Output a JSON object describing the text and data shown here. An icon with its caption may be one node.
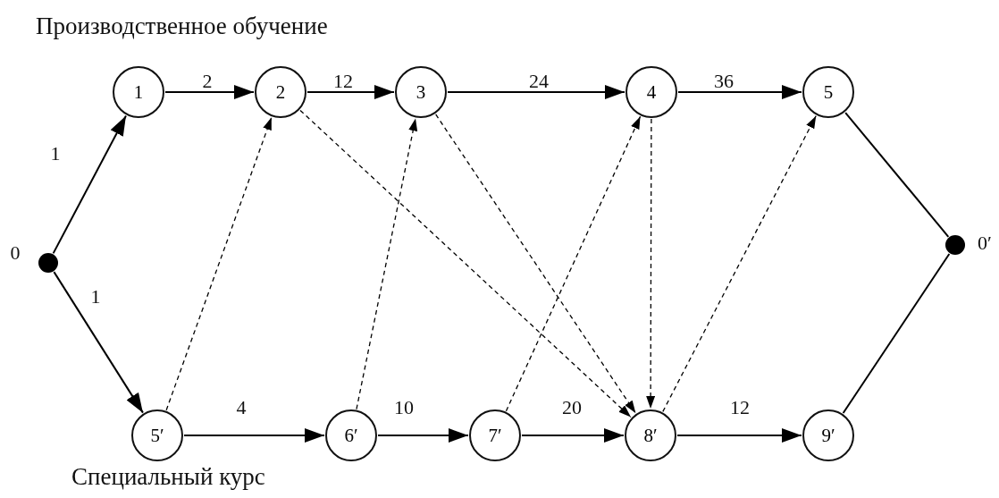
{
  "diagram": {
    "nodes": [
      {
        "text": [],
        "shape": "circle",
        "beside": [
          "0"
        ]
      },
      {
        "text": [
          "1"
        ]
      },
      {
        "text": [
          "2"
        ]
      },
      {
        "text": [
          "3"
        ]
      },
      {
        "text": [
          "4"
        ]
      },
      {
        "text": [
          "5"
        ]
      },
      {
        "text": [],
        "shape": "circle",
        "beside": [
          "0′"
        ]
      },
      {
        "text": [
          "5′"
        ]
      },
      {
        "text": [
          "6′"
        ]
      },
      {
        "text": [
          "7′"
        ]
      },
      {
        "text": [
          "8′"
        ]
      },
      {
        "text": [
          "9′"
        ]
      }
    ],
    "edges": [
      {
        "from": 0,
        "to": 1,
        "arrow": "to",
        "label": "1"
      },
      {
        "from": 0,
        "to": 7,
        "arrow": "to",
        "label": "1"
      },
      {
        "from": 1,
        "to": 2,
        "arrow": "to",
        "label": "2"
      },
      {
        "from": 2,
        "to": 3,
        "arrow": "to",
        "label": "12"
      },
      {
        "from": 3,
        "to": 4,
        "arrow": "to",
        "label": "24"
      },
      {
        "from": 4,
        "to": 5,
        "arrow": "to",
        "label": "36"
      },
      {
        "from": 5,
        "to": 6,
        "arrow": "none"
      },
      {
        "from": 7,
        "to": 8,
        "arrow": "to",
        "label": "4"
      },
      {
        "from": 8,
        "to": 9,
        "arrow": "to",
        "label": "10"
      },
      {
        "from": 9,
        "to": 10,
        "arrow": "to",
        "label": "20"
      },
      {
        "from": 10,
        "to": 11,
        "arrow": "to",
        "label": "12"
      },
      {
        "from": 11,
        "to": 6,
        "arrow": "none"
      },
      {
        "from": 7,
        "to": 2,
        "arrow": "to",
        "style": "dashed"
      },
      {
        "from": 8,
        "to": 3,
        "arrow": "to",
        "style": "dashed"
      },
      {
        "from": 9,
        "to": 4,
        "arrow": "to",
        "style": "dashed"
      },
      {
        "from": 10,
        "to": 5,
        "arrow": "to",
        "style": "dashed"
      },
      {
        "from": 2,
        "to": 10,
        "arrow": "to",
        "style": "dashed"
      },
      {
        "from": 3,
        "to": 10,
        "arrow": "to",
        "style": "dashed"
      },
      {
        "from": 4,
        "to": 10,
        "arrow": "to",
        "style": "dashed"
      }
    ],
    "labels": [
      "Производственное обучение",
      "Специальный курс"
    ]
  }
}
